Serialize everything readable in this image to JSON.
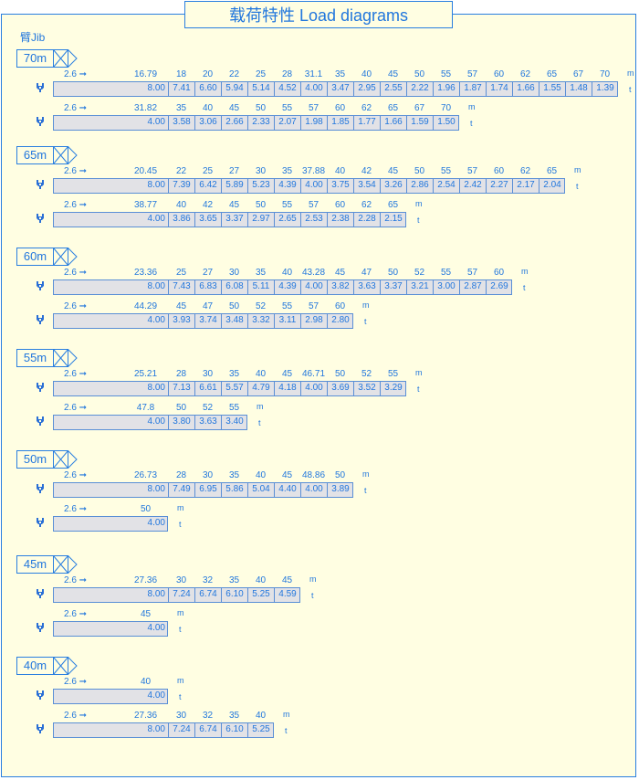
{
  "title": "载荷特性 Load diagrams",
  "jib_label": "臂Jib",
  "start_label": "2.6 ➞",
  "unit_m": "m",
  "unit_t": "t",
  "sections": [
    {
      "jib": "70m",
      "rows": [
        {
          "dist": [
            "16.79",
            "18",
            "20",
            "22",
            "25",
            "28",
            "31.1",
            "35",
            "40",
            "45",
            "50",
            "55",
            "57",
            "60",
            "62",
            "65",
            "67",
            "70"
          ],
          "loads": [
            "8.00",
            "7.41",
            "6.60",
            "5.94",
            "5.14",
            "4.52",
            "4.00",
            "3.47",
            "2.95",
            "2.55",
            "2.22",
            "1.96",
            "1.87",
            "1.74",
            "1.66",
            "1.55",
            "1.48",
            "1.39"
          ]
        },
        {
          "dist": [
            "31.82",
            "35",
            "40",
            "45",
            "50",
            "55",
            "57",
            "60",
            "62",
            "65",
            "67",
            "70"
          ],
          "loads": [
            "4.00",
            "3.58",
            "3.06",
            "2.66",
            "2.33",
            "2.07",
            "1.98",
            "1.85",
            "1.77",
            "1.66",
            "1.59",
            "1.50"
          ]
        }
      ]
    },
    {
      "jib": "65m",
      "rows": [
        {
          "dist": [
            "20.45",
            "22",
            "25",
            "27",
            "30",
            "35",
            "37.88",
            "40",
            "42",
            "45",
            "50",
            "55",
            "57",
            "60",
            "62",
            "65"
          ],
          "loads": [
            "8.00",
            "7.39",
            "6.42",
            "5.89",
            "5.23",
            "4.39",
            "4.00",
            "3.75",
            "3.54",
            "3.26",
            "2.86",
            "2.54",
            "2.42",
            "2.27",
            "2.17",
            "2.04"
          ]
        },
        {
          "dist": [
            "38.77",
            "40",
            "42",
            "45",
            "50",
            "55",
            "57",
            "60",
            "62",
            "65"
          ],
          "loads": [
            "4.00",
            "3.86",
            "3.65",
            "3.37",
            "2.97",
            "2.65",
            "2.53",
            "2.38",
            "2.28",
            "2.15"
          ]
        }
      ]
    },
    {
      "jib": "60m",
      "rows": [
        {
          "dist": [
            "23.36",
            "25",
            "27",
            "30",
            "35",
            "40",
            "43.28",
            "45",
            "47",
            "50",
            "52",
            "55",
            "57",
            "60"
          ],
          "loads": [
            "8.00",
            "7.43",
            "6.83",
            "6.08",
            "5.11",
            "4.39",
            "4.00",
            "3.82",
            "3.63",
            "3.37",
            "3.21",
            "3.00",
            "2.87",
            "2.69"
          ]
        },
        {
          "dist": [
            "44.29",
            "45",
            "47",
            "50",
            "52",
            "55",
            "57",
            "60"
          ],
          "loads": [
            "4.00",
            "3.93",
            "3.74",
            "3.48",
            "3.32",
            "3.11",
            "2.98",
            "2.80"
          ]
        }
      ]
    },
    {
      "jib": "55m",
      "rows": [
        {
          "dist": [
            "25.21",
            "28",
            "30",
            "35",
            "40",
            "45",
            "46.71",
            "50",
            "52",
            "55"
          ],
          "loads": [
            "8.00",
            "7.13",
            "6.61",
            "5.57",
            "4.79",
            "4.18",
            "4.00",
            "3.69",
            "3.52",
            "3.29"
          ]
        },
        {
          "dist": [
            "47.8",
            "50",
            "52",
            "55"
          ],
          "loads": [
            "4.00",
            "3.80",
            "3.63",
            "3.40"
          ]
        }
      ]
    },
    {
      "jib": "50m",
      "rows": [
        {
          "dist": [
            "26.73",
            "28",
            "30",
            "35",
            "40",
            "45",
            "48.86",
            "50"
          ],
          "loads": [
            "8.00",
            "7.49",
            "6.95",
            "5.86",
            "5.04",
            "4.40",
            "4.00",
            "3.89"
          ]
        },
        {
          "dist": [
            "50"
          ],
          "loads": [
            "4.00"
          ]
        }
      ]
    },
    {
      "jib": "45m",
      "rows": [
        {
          "dist": [
            "27.36",
            "30",
            "32",
            "35",
            "40",
            "45"
          ],
          "loads": [
            "8.00",
            "7.24",
            "6.74",
            "6.10",
            "5.25",
            "4.59"
          ]
        },
        {
          "dist": [
            "45"
          ],
          "loads": [
            "4.00"
          ]
        }
      ]
    },
    {
      "jib": "40m",
      "rows": [
        {
          "dist": [
            "40"
          ],
          "loads": [
            "4.00"
          ]
        },
        {
          "dist": [
            "27.36",
            "30",
            "32",
            "35",
            "40"
          ],
          "loads": [
            "8.00",
            "7.24",
            "6.74",
            "6.10",
            "5.25"
          ]
        }
      ]
    }
  ]
}
